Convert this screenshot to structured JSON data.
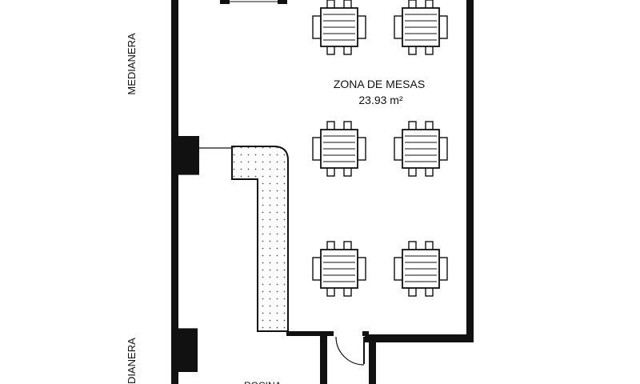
{
  "plan": {
    "side_label_upper": "MEDIANERA",
    "side_label_lower": "DIANERA",
    "zone": {
      "name": "ZONA DE MESAS",
      "area": "23.93 m²"
    },
    "table_count": 6,
    "colors": {
      "wall": "#111111",
      "hatch_dot": "#555555",
      "background": "#ffffff"
    }
  }
}
